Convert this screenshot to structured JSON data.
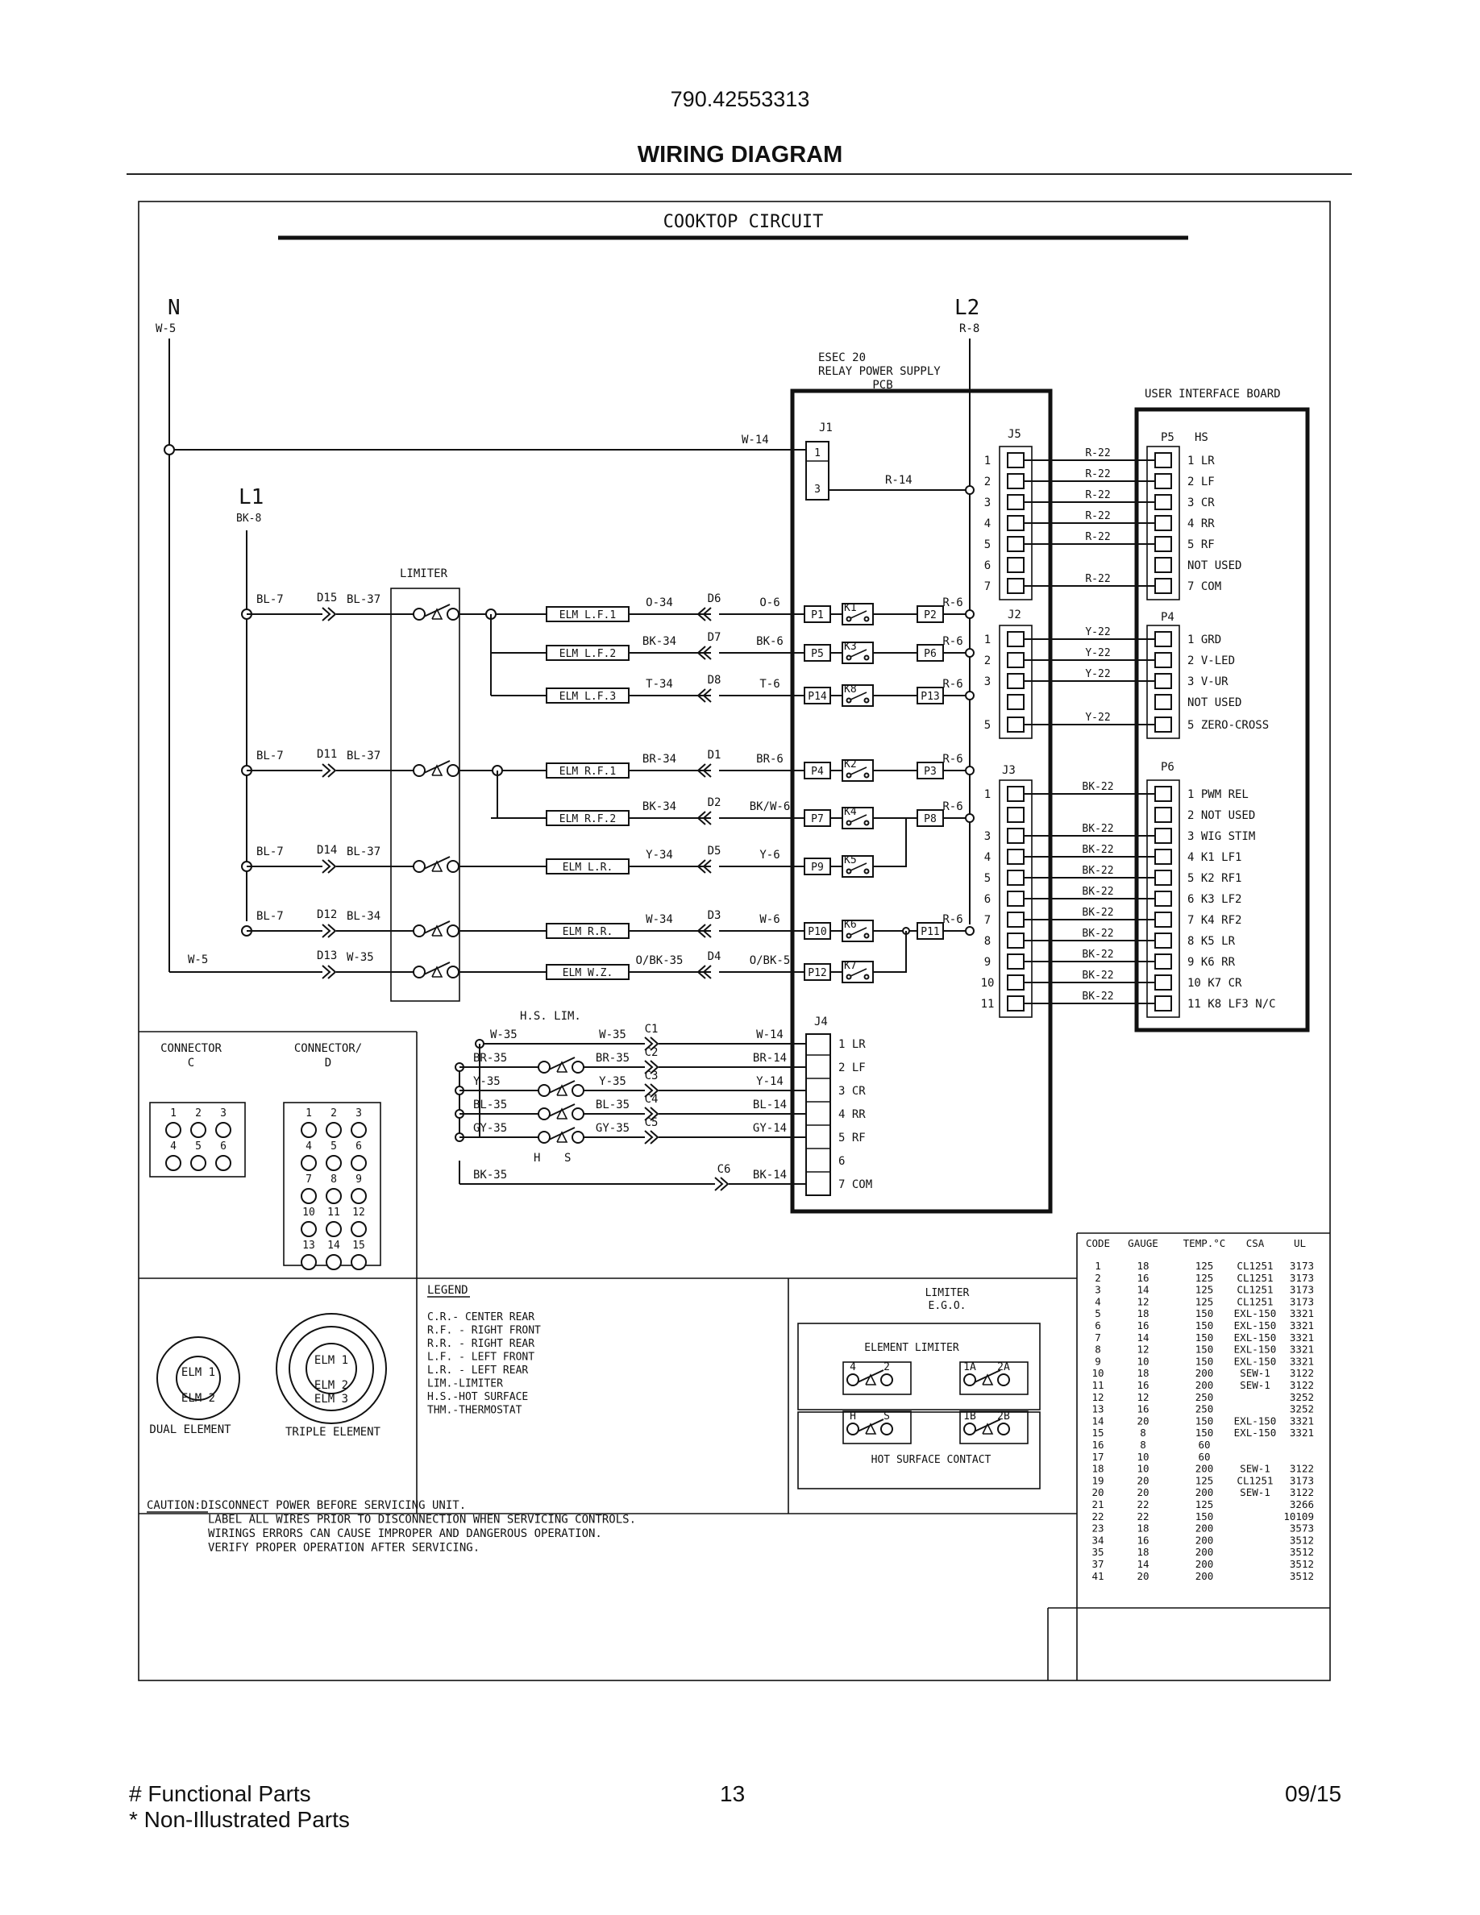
{
  "header": {
    "model": "790.42553313",
    "title": "WIRING DIAGRAM"
  },
  "footer": {
    "functional": "# Functional Parts",
    "non_illustrated": "* Non-Illustrated Parts",
    "page": "13",
    "date": "09/15"
  },
  "diagram": {
    "title": "COOKTOP CIRCUIT",
    "n_label": "N",
    "n_wire": "W-5",
    "l2_label": "L2",
    "l2_wire": "R-8",
    "l1_label": "L1",
    "l1_wire": "BK-8",
    "esec": [
      "ESEC 20",
      "RELAY POWER SUPPLY",
      "PCB"
    ],
    "uib": "USER INTERFACE BOARD",
    "limiter": "LIMITER",
    "hs_lim": "H.S. LIM.",
    "j1": "J1",
    "j1_pins": [
      "1",
      "3"
    ],
    "w14": "W-14",
    "r14": "R-14",
    "j5": "J5",
    "j2": "J2",
    "j3": "J3",
    "j4": "J4",
    "p5": "P5",
    "hs": "HS",
    "p4": "P4",
    "p6": "P6",
    "j5_pins": [
      "1",
      "2",
      "3",
      "4",
      "5",
      "6",
      "7"
    ],
    "j2_pins": [
      "1",
      "2",
      "3",
      "",
      "5"
    ],
    "j3_pins": [
      "1",
      "",
      "3",
      "4",
      "5",
      "6",
      "7",
      "8",
      "9",
      "10",
      "11"
    ],
    "j5_wires": [
      "R-22",
      "R-22",
      "R-22",
      "R-22",
      "R-22",
      "",
      "R-22"
    ],
    "j2_wires": [
      "Y-22",
      "Y-22",
      "Y-22",
      "",
      "Y-22"
    ],
    "j3_wires": [
      "BK-22",
      "",
      "BK-22",
      "BK-22",
      "BK-22",
      "BK-22",
      "BK-22",
      "BK-22",
      "BK-22",
      "BK-22",
      "BK-22"
    ],
    "p5_pins": [
      "1 LR",
      "2 LF",
      "3 CR",
      "4 RR",
      "5 RF",
      "NOT USED",
      "7 COM"
    ],
    "p4_pins": [
      "1 GRD",
      "2 V-LED",
      "3 V-UR",
      "NOT USED",
      "5 ZERO-CROSS"
    ],
    "p6_pins": [
      "1 PWM REL",
      "2 NOT USED",
      "3 WIG STIM",
      "4 K1 LF1",
      "5 K2 RF1",
      "6 K3 LF2",
      "7 K4 RF2",
      "8 K5 LR",
      "9 K6 RR",
      "10 K7 CR",
      "11 K8 LF3 N/C"
    ],
    "circuits": [
      {
        "in": "BL-7",
        "d": "D15",
        "lw": "BL-37",
        "elm": "ELM L.F.1",
        "w34": "O-34",
        "dd": "D6",
        "w6": "O-6",
        "p": "P1",
        "k": "K1",
        "pr": "P2",
        "r6": "R-6"
      },
      {
        "elm": "ELM L.F.2",
        "w34": "BK-34",
        "dd": "D7",
        "w6": "BK-6",
        "p": "P5",
        "k": "K3",
        "pr": "P6",
        "r6": "R-6"
      },
      {
        "elm": "ELM L.F.3",
        "w34": "T-34",
        "dd": "D8",
        "w6": "T-6",
        "p": "P14",
        "k": "K8",
        "pr": "P13",
        "r6": "R-6"
      },
      {
        "in": "BL-7",
        "d": "D11",
        "lw": "BL-37",
        "elm": "ELM R.F.1",
        "w34": "BR-34",
        "dd": "D1",
        "w6": "BR-6",
        "p": "P4",
        "k": "K2",
        "pr": "P3",
        "r6": "R-6"
      },
      {
        "elm": "ELM R.F.2",
        "w34": "BK-34",
        "dd": "D2",
        "w6": "BK/W-6",
        "p": "P7",
        "k": "K4",
        "pr": "P8",
        "r6": "R-6"
      },
      {
        "in": "BL-7",
        "d": "D14",
        "lw": "BL-37",
        "elm": "ELM L.R.",
        "w34": "Y-34",
        "dd": "D5",
        "w6": "Y-6",
        "p": "P9",
        "k": "K5",
        "pr": "",
        "r6": ""
      },
      {
        "in": "BL-7",
        "d": "D12",
        "lw": "BL-34",
        "elm": "ELM R.R.",
        "w34": "W-34",
        "dd": "D3",
        "w6": "W-6",
        "p": "P10",
        "k": "K6",
        "pr": "P11",
        "r6": "R-6"
      },
      {
        "in": "W-5",
        "d": "D13",
        "lw": "W-35",
        "elm": "ELM W.Z.",
        "w34": "O/BK-35",
        "dd": "D4",
        "w6": "O/BK-5",
        "p": "P12",
        "k": "K7",
        "pr": "",
        "r6": ""
      }
    ],
    "hs_rows": [
      {
        "l": "W-35",
        "r": "W-35",
        "c": "C1",
        "w": "W-14",
        "pin": "1 LR"
      },
      {
        "l": "BR-35",
        "r": "BR-35",
        "c": "C2",
        "w": "BR-14",
        "pin": "2 LF"
      },
      {
        "l": "Y-35",
        "r": "Y-35",
        "c": "C3",
        "w": "Y-14",
        "pin": "3 CR"
      },
      {
        "l": "BL-35",
        "r": "BL-35",
        "c": "C4",
        "w": "BL-14",
        "pin": "4 RR"
      },
      {
        "l": "GY-35",
        "r": "GY-35",
        "c": "C5",
        "w": "GY-14",
        "pin": "5 RF"
      },
      {
        "l": "",
        "r": "",
        "c": "",
        "w": "",
        "pin": "6"
      },
      {
        "l": "BK-35",
        "r": "",
        "c": "C6",
        "w": "BK-14",
        "pin": "7 COM"
      }
    ],
    "hs_hs": [
      "H",
      "S"
    ],
    "connector_c": [
      "CONNECTOR",
      "C"
    ],
    "connector_d": [
      "CONNECTOR/",
      "D"
    ],
    "conn_c_nums": [
      "1 2 3",
      "4 5 6"
    ],
    "conn_d_nums": [
      "1 2 3",
      "4 5 6",
      "7 8 9",
      "10 11 12",
      "13 14 15"
    ],
    "dual": {
      "label": "DUAL ELEMENT",
      "e1": "ELM 1",
      "e2": "ELM 2"
    },
    "triple": {
      "label": "TRIPLE ELEMENT",
      "e1": "ELM 1",
      "e2": "ELM 2",
      "e3": "ELM 3"
    },
    "legend_title": "LEGEND",
    "legend": [
      "C.R.- CENTER REAR",
      "R.F. - RIGHT FRONT",
      "R.R. - RIGHT REAR",
      "L.F. - LEFT FRONT",
      "L.R. - LEFT REAR",
      "LIM.-LIMITER",
      "H.S.-HOT SURFACE",
      "THM.-THERMOSTAT"
    ],
    "limiter_ego": [
      "LIMITER",
      "E.G.O."
    ],
    "element_limiter": "ELEMENT LIMITER",
    "hot_surface_contact": "HOT SURFACE CONTACT",
    "ego_pins": {
      "a": "4",
      "b": "2",
      "c": "1A",
      "d": "2A",
      "h": "H",
      "s": "S",
      "e": "1B",
      "f": "2B"
    },
    "caution": [
      "CAUTION:DISCONNECT POWER BEFORE SERVICING UNIT.",
      "LABEL ALL WIRES PRIOR TO DISCONNECTION WHEN SERVICING CONTROLS.",
      "WIRINGS ERRORS CAN CAUSE IMPROPER AND DANGEROUS OPERATION.",
      "VERIFY PROPER OPERATION AFTER SERVICING."
    ],
    "table_head": [
      "CODE",
      "GAUGE",
      "TEMP.°C",
      "CSA",
      "UL"
    ],
    "table": [
      [
        "1",
        "18",
        "125",
        "CL1251",
        "3173"
      ],
      [
        "2",
        "16",
        "125",
        "CL1251",
        "3173"
      ],
      [
        "3",
        "14",
        "125",
        "CL1251",
        "3173"
      ],
      [
        "4",
        "12",
        "125",
        "CL1251",
        "3173"
      ],
      [
        "5",
        "18",
        "150",
        "EXL-150",
        "3321"
      ],
      [
        "6",
        "16",
        "150",
        "EXL-150",
        "3321"
      ],
      [
        "7",
        "14",
        "150",
        "EXL-150",
        "3321"
      ],
      [
        "8",
        "12",
        "150",
        "EXL-150",
        "3321"
      ],
      [
        "9",
        "10",
        "150",
        "EXL-150",
        "3321"
      ],
      [
        "10",
        "18",
        "200",
        "SEW-1",
        "3122"
      ],
      [
        "11",
        "16",
        "200",
        "SEW-1",
        "3122"
      ],
      [
        "12",
        "12",
        "250",
        "",
        "3252"
      ],
      [
        "13",
        "16",
        "250",
        "",
        "3252"
      ],
      [
        "14",
        "20",
        "150",
        "EXL-150",
        "3321"
      ],
      [
        "15",
        "8",
        "150",
        "EXL-150",
        "3321"
      ],
      [
        "16",
        "8",
        "60",
        "",
        ""
      ],
      [
        "17",
        "10",
        "60",
        "",
        ""
      ],
      [
        "18",
        "10",
        "200",
        "SEW-1",
        "3122"
      ],
      [
        "19",
        "20",
        "125",
        "CL1251",
        "3173"
      ],
      [
        "20",
        "20",
        "200",
        "SEW-1",
        "3122"
      ],
      [
        "21",
        "22",
        "125",
        "",
        "3266"
      ],
      [
        "22",
        "22",
        "150",
        "",
        "10109"
      ],
      [
        "23",
        "18",
        "200",
        "",
        "3573"
      ],
      [
        "34",
        "16",
        "200",
        "",
        "3512"
      ],
      [
        "35",
        "18",
        "200",
        "",
        "3512"
      ],
      [
        "37",
        "14",
        "200",
        "",
        "3512"
      ],
      [
        "41",
        "20",
        "200",
        "",
        "3512"
      ]
    ]
  }
}
